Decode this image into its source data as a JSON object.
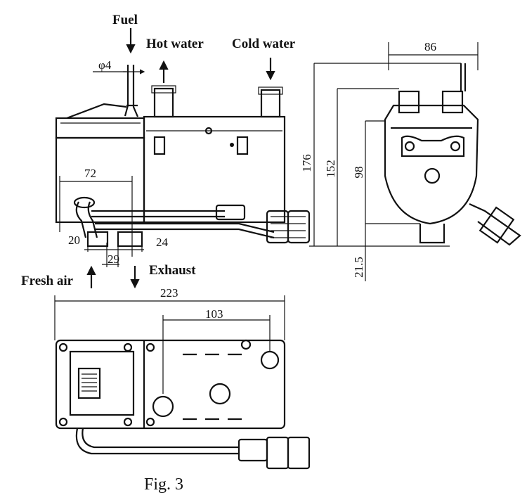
{
  "labels": {
    "fuel": "Fuel",
    "hot_water": "Hot water",
    "cold_water": "Cold water",
    "fresh_air": "Fresh air",
    "exhaust": "Exhaust"
  },
  "dimensions": {
    "fuel_pipe_dia": "φ4",
    "d72": "72",
    "d20": "20",
    "d24": "24",
    "d29": "29",
    "d223": "223",
    "d103": "103",
    "d86": "86",
    "d176": "176",
    "d152": "152",
    "d98": "98",
    "d21_5": "21.5"
  },
  "caption": "Fig. 3"
}
